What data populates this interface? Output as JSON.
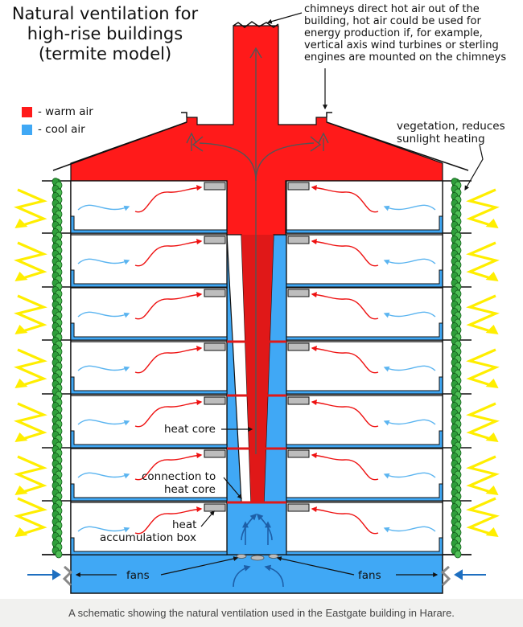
{
  "title": {
    "line1": "Natural ventilation for",
    "line2": "high-rise buildings",
    "line3": "(termite model)"
  },
  "chimney_note": {
    "line1": "chimneys direct hot air out of the",
    "line2": "building, hot air could be used for",
    "line3": "energy production if, for example,",
    "line4": "vertical axis wind turbines or sterling",
    "line5": "engines are mounted on the chimneys"
  },
  "legend": {
    "warm_label": "- warm air",
    "cool_label": "- cool air",
    "warm_color": "#ff1a1a",
    "cool_color": "#40a8f5"
  },
  "vegetation_note": {
    "line1": "vegetation, reduces",
    "line2": "sunlight heating"
  },
  "labels": {
    "heat_core": "heat core",
    "connection_line1": "connection to",
    "connection_line2": "heat core",
    "heat_box_line1": "heat",
    "heat_box_line2": "accumulation box",
    "fans_left": "fans",
    "fans_right": "fans"
  },
  "caption": "A schematic showing the natural ventilation used in the Eastgate building in Harare.",
  "colors": {
    "warm_air": "#ff1a1a",
    "heat_core": "#e01818",
    "cool_air": "#40a8f5",
    "sunlight": "#ffee00",
    "vegetation": "#2e9e3a",
    "heat_box": "#bdbdbd",
    "intake_arrow": "#1e6fc0"
  }
}
